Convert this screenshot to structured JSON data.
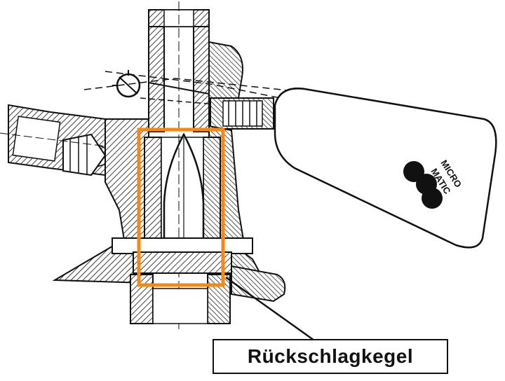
{
  "diagram": {
    "callout_label": "Rückschlagkegel",
    "logo": {
      "line1": "MICRO",
      "line2": "MATIC"
    },
    "highlight_color": "#f08a1c",
    "ink_color": "#111111"
  }
}
